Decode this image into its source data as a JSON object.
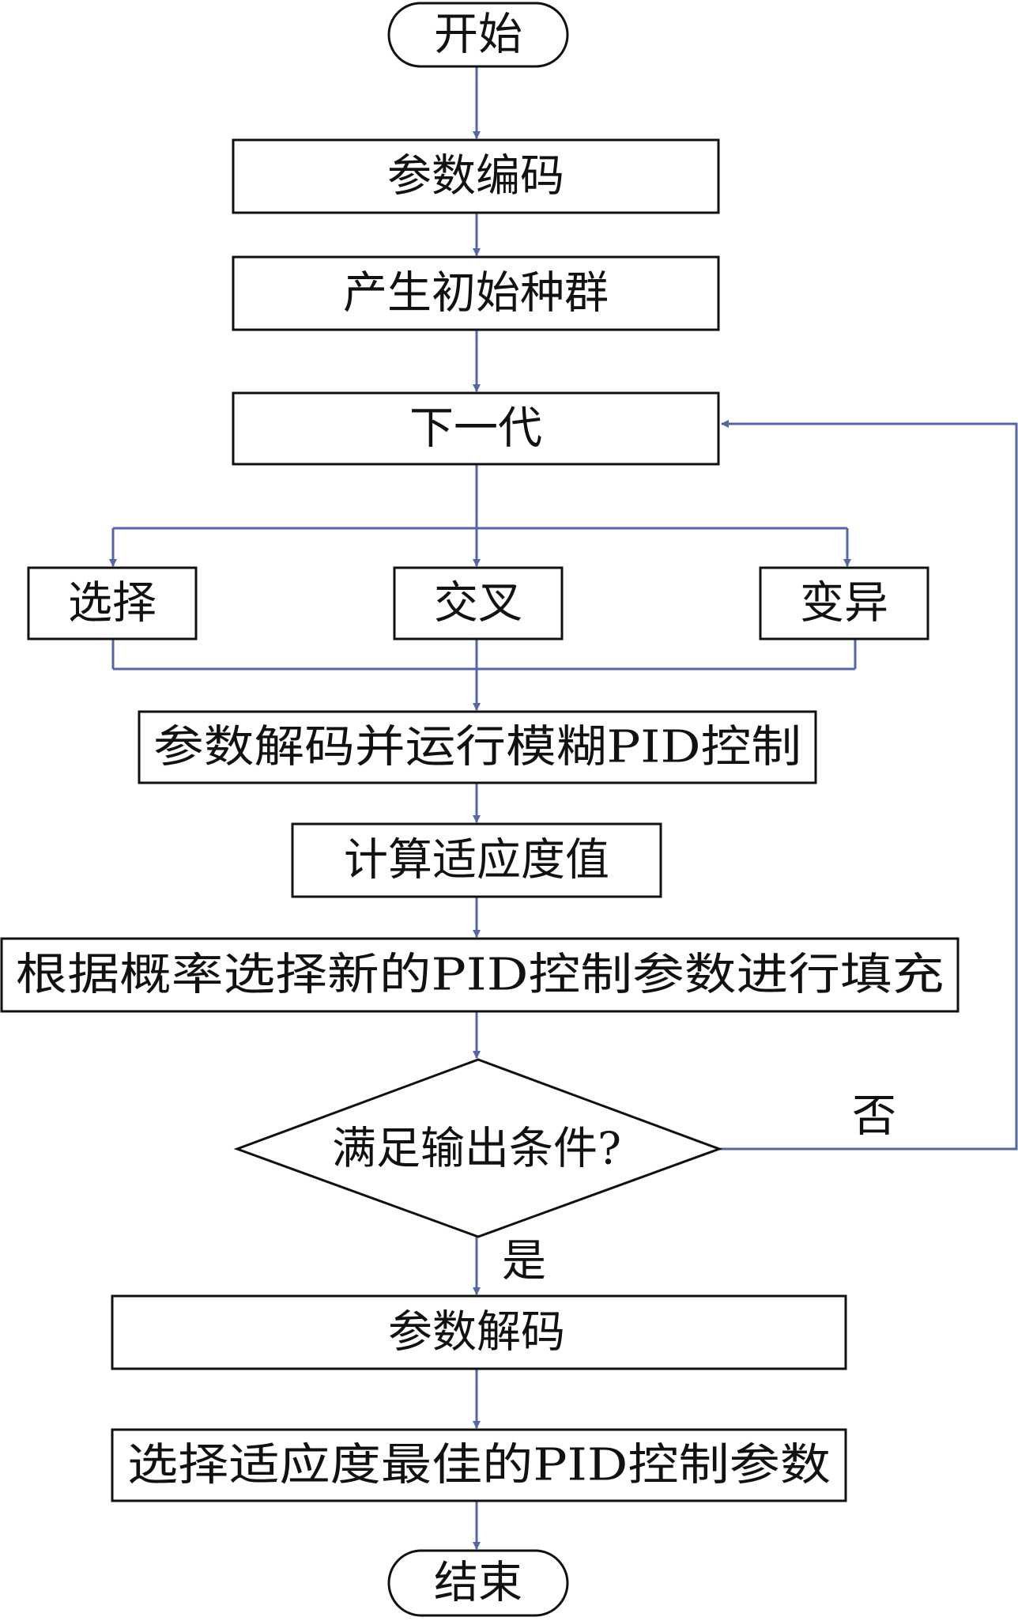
{
  "colors": {
    "arrow": "#5566a6",
    "border": "#111111",
    "text": "#111111",
    "background": "#ffffff"
  },
  "nodes": {
    "start": "开始",
    "encode": "参数编码",
    "init_pop": "产生初始种群",
    "next_gen": "下一代",
    "select": "选择",
    "crossover": "交叉",
    "mutation": "变异",
    "decode_run": "参数解码并运行模糊PID控制",
    "fitness": "计算适应度值",
    "fill": "根据概率选择新的PID控制参数进行填充",
    "condition": "满足输出条件?",
    "decode": "参数解码",
    "best": "选择适应度最佳的PID控制参数",
    "end": "结束"
  },
  "labels": {
    "no": "否",
    "yes": "是"
  }
}
